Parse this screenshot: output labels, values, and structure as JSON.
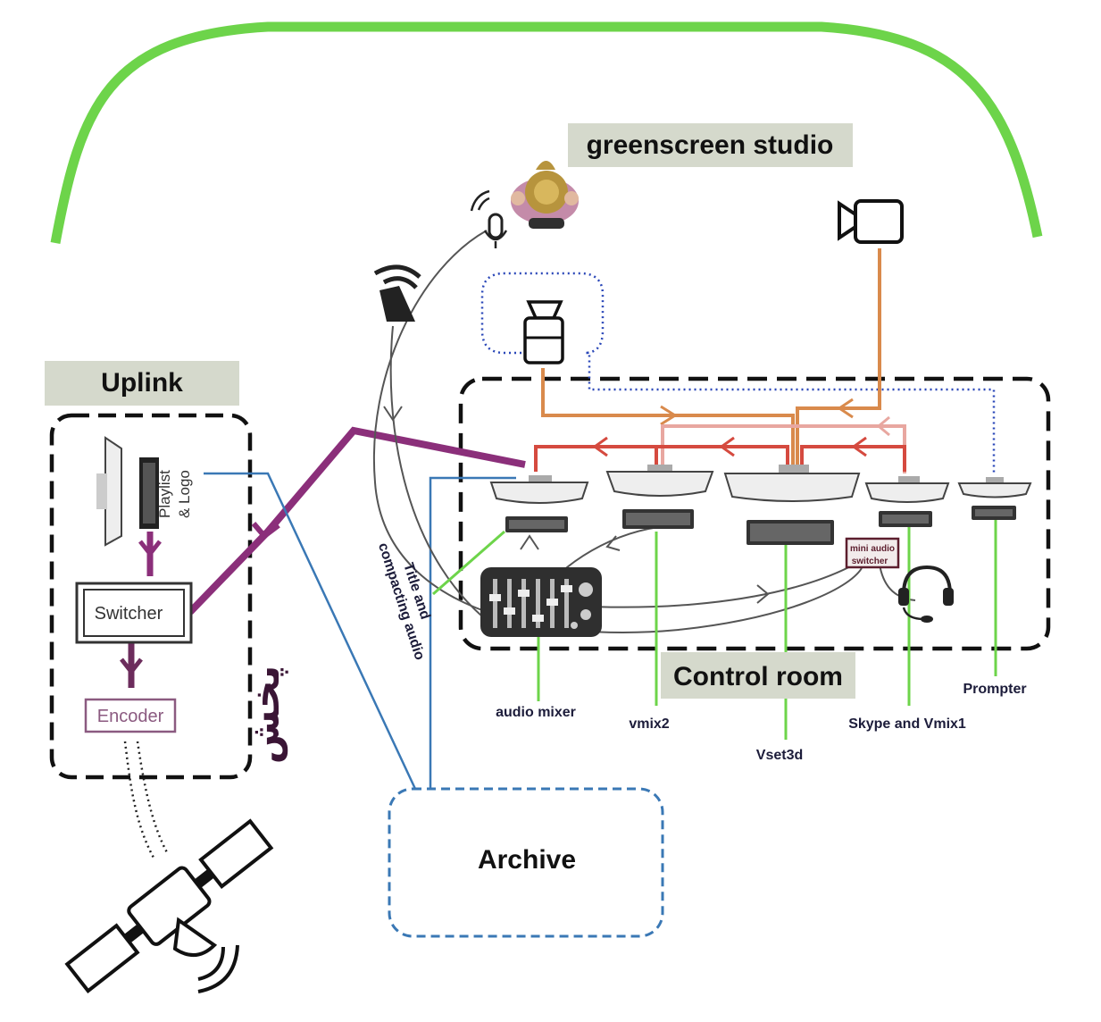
{
  "labels": {
    "greenscreen_studio": "greenscreen studio",
    "uplink": "Uplink",
    "control_room": "Control room",
    "archive": "Archive",
    "switcher": "Switcher",
    "encoder": "Encoder",
    "playlist_logo_line1": "Playlist",
    "playlist_logo_line2": "& Logo",
    "title_audio_line1": "Title and",
    "title_audio_line2": "compacting audio",
    "mini_audio_line1": "mini audio",
    "mini_audio_line2": "switcher",
    "persian_word": "پخش",
    "stations": {
      "audio_mixer": "audio mixer",
      "vmix2": "vmix2",
      "vset3d": "Vset3d",
      "skype_vmix1": "Skype and Vmix1",
      "prompter": "Prompter"
    }
  },
  "icons": {
    "camera": "video-camera-icon",
    "prompter_camera": "prompter-camera-icon",
    "microphone": "wireless-microphone-icon",
    "speaker": "speaker-icon",
    "presenter": "presenter-icon",
    "headset": "headset-icon",
    "satellite": "satellite-icon",
    "mixer": "audio-mixer-icon",
    "monitor": "monitor-icon",
    "keyboard": "keyboard-icon"
  },
  "colors": {
    "studio_arc": "#6dd44a",
    "uplink_link": "#8b2f7a",
    "video_feed": "#d98a4c",
    "red_feed": "#d54a3f",
    "pink_feed": "#e8a7a0",
    "prompter_link": "#2a47b8",
    "archive_link": "#3a78b5",
    "label_link": "#6dd44a",
    "audio_loop": "#555555",
    "label_bg": "#d5d9cc"
  }
}
